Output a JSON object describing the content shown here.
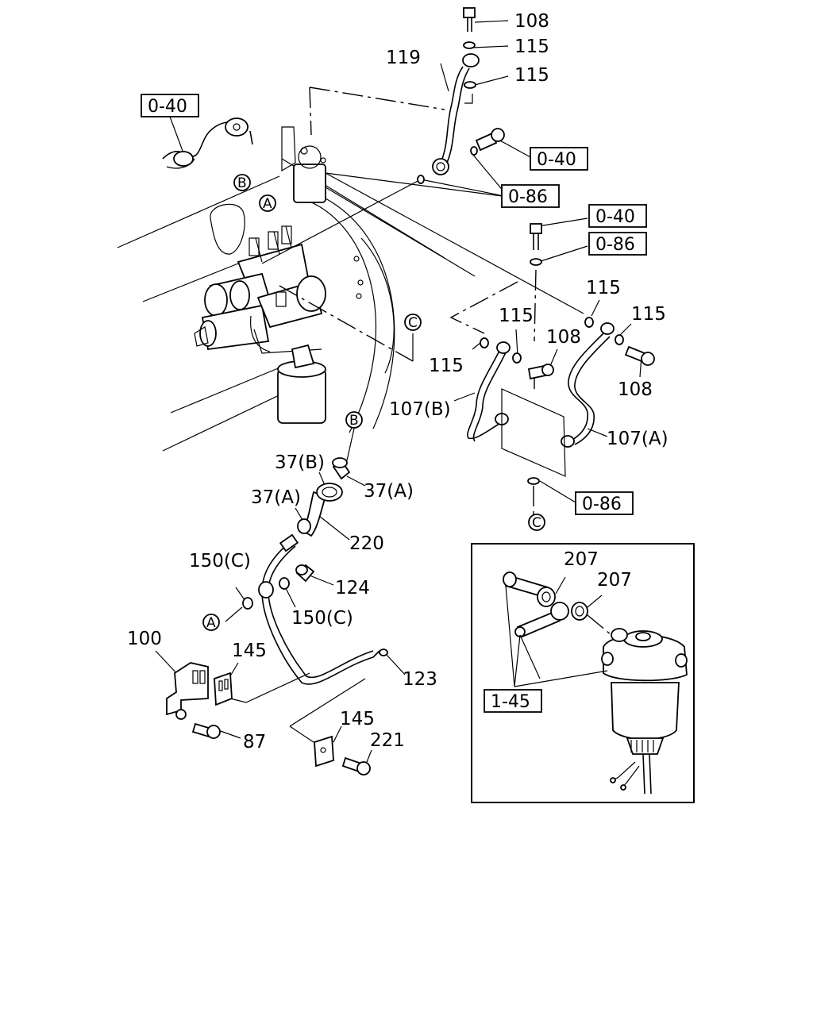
{
  "part_labels": {
    "p108_top": "108",
    "p115_a": "115",
    "p119": "119",
    "p115_b": "115",
    "p115_c": "115",
    "p115_d": "115",
    "p115_e": "115",
    "p115_f": "115",
    "p108_mid": "108",
    "p108_right": "108",
    "p107b": "107(B)",
    "p107a": "107(A)",
    "p37b": "37(B)",
    "p37a_right": "37(A)",
    "p37a_left": "37(A)",
    "p220": "220",
    "p150c_left": "150(C)",
    "p124": "124",
    "p150c_right": "150(C)",
    "p100": "100",
    "p145_top": "145",
    "p123": "123",
    "p145_bottom": "145",
    "p221": "221",
    "p87": "87",
    "p207_a": "207",
    "p207_b": "207"
  },
  "reference_boxes": {
    "r040_topleft": "0-40",
    "r040_topright": "0-40",
    "r086_top": "0-86",
    "r040_mid": "0-40",
    "r086_mid": "0-86",
    "r086_bottom": "0-86",
    "r145_inset": "1-45"
  },
  "circle_markers": {
    "b_top": "B",
    "a_top": "A",
    "c_engine": "C",
    "b_lower": "B",
    "a_lower": "A",
    "c_lower": "C"
  }
}
